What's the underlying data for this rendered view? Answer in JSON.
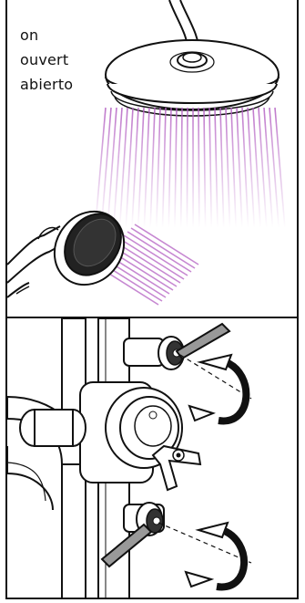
{
  "instructions": {
    "labels": [
      "on",
      "ouvert",
      "abierto"
    ]
  },
  "colors": {
    "water_spray": "#b35fc2",
    "line": "#111111",
    "background": "#ffffff"
  },
  "icons": {
    "overhead_shower": "rain-shower-head",
    "hand_shower": "hand-shower",
    "valve_assembly": "thermostatic-valve",
    "rotation_arrows": "rotate-arrow"
  }
}
